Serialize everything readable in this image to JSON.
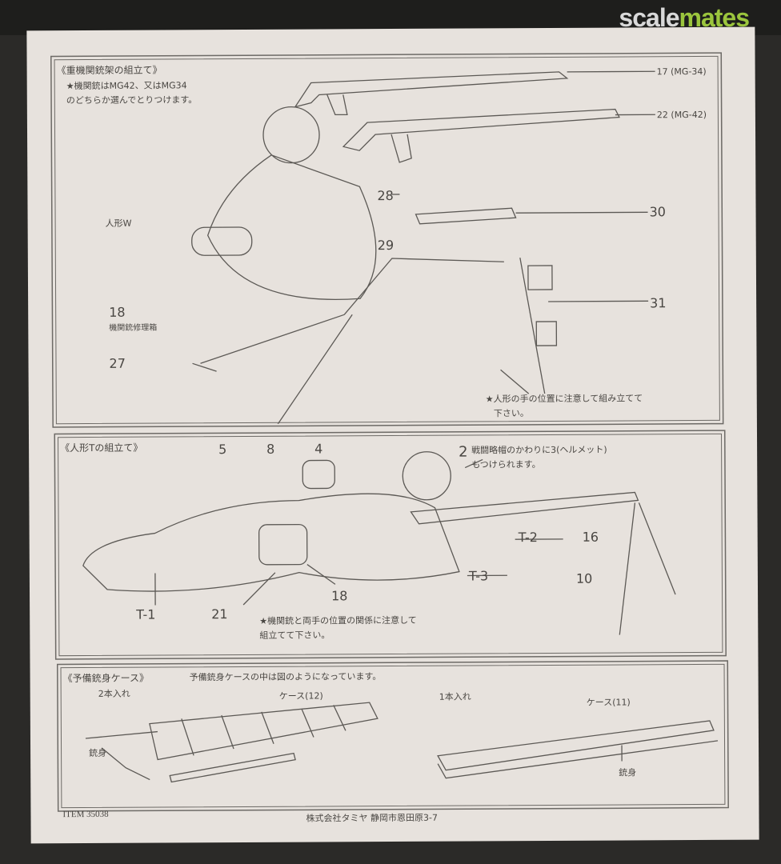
{
  "watermark": {
    "part1": "scale",
    "part2": "mates"
  },
  "section1": {
    "title": "《重機関銃架の組立て》",
    "note1": "★機関銃はMG42、又はMG34",
    "note2": "のどちらか選んでとりつけます。",
    "labels": {
      "mg34": "17 (MG-34)",
      "mg42": "22 (MG-42)",
      "p28": "28",
      "p30": "30",
      "p29": "29",
      "p31": "31",
      "figure_w": "人形W",
      "p18": "18",
      "p18_desc": "機関銃修理箱",
      "p27": "27"
    },
    "bottom_note1": "★人形の手の位置に注意して組み立てて",
    "bottom_note2": "下さい。"
  },
  "section2": {
    "title": "《人形Tの組立て》",
    "labels": {
      "p5": "5",
      "p8": "8",
      "p4": "4",
      "p2": "2",
      "p2_note1": "戦闘略帽のかわりに3(ヘルメット)",
      "p2_note2": "もつけられます。",
      "t2": "T-2",
      "p16": "16",
      "t3": "T-3",
      "p10": "10",
      "t1": "T-1",
      "p21": "21",
      "p18": "18"
    },
    "note1": "★機関銃と両手の位置の関係に注意して",
    "note2": "組立てて下さい。"
  },
  "section3": {
    "title": "《予備銃身ケース》",
    "desc": "予備銃身ケースの中は図のようになっています。",
    "two": "2本入れ",
    "case12": "ケース(12)",
    "one": "1本入れ",
    "case11": "ケース(11)",
    "barrel_left": "銃身",
    "barrel_right": "銃身"
  },
  "footer": {
    "item": "ITEM  35038",
    "company": "株式会社タミヤ  静岡市恩田原3-7"
  }
}
